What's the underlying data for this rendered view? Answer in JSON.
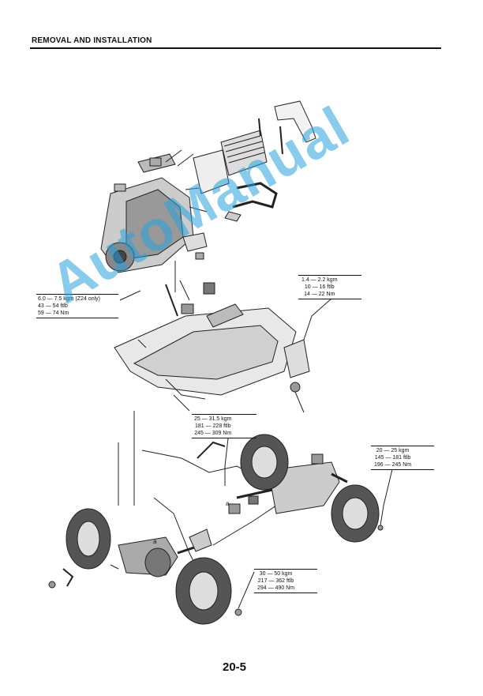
{
  "header": {
    "title": "REMOVAL AND INSTALLATION"
  },
  "specs": {
    "left": {
      "line1": "6.0 — 7.5 kgm (Z24 only)",
      "line2": "43 — 54 ftlb",
      "line3": "59 — 74 Nm"
    },
    "upper_right": {
      "line1": "1.4 — 2.2 kgm",
      "line2": "10 — 16 ftlb",
      "line3": "14 — 22 Nm"
    },
    "middle": {
      "line1": "25 — 31.5 kgm",
      "line2": "181 — 228 ftlb",
      "line3": "245 — 309 Nm"
    },
    "right": {
      "line1": "20 — 25 kgm",
      "line2": "145 — 181 ftlb",
      "line3": "196 — 245 Nm"
    },
    "bottom": {
      "line1": "30 — 50 kgm",
      "line2": "217 — 362 ftlb",
      "line3": "294 — 490 Nm"
    }
  },
  "labels": {
    "a1": "a",
    "a2": "a"
  },
  "watermark": "AutoManual",
  "footer": {
    "page_number": "20-5"
  }
}
